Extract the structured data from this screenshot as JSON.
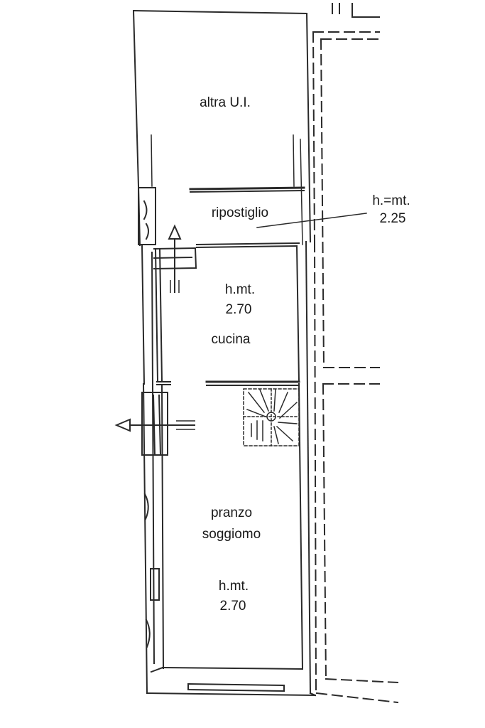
{
  "rooms": {
    "other_unit": {
      "name": "altra U.I."
    },
    "storage": {
      "name": "ripostiglio",
      "height_label": "h.=mt.",
      "height_value": "2.25"
    },
    "kitchen": {
      "name": "cucina",
      "height_label": "h.mt.",
      "height_value": "2.70"
    },
    "living": {
      "name_line1": "pranzo",
      "name_line2": "soggiomo",
      "height_label": "h.mt.",
      "height_value": "2.70"
    }
  },
  "colors": {
    "line": "#2a2a2a",
    "background": "#ffffff"
  },
  "icons": [
    "staircase-icon",
    "ventilation-arrow-icon"
  ]
}
